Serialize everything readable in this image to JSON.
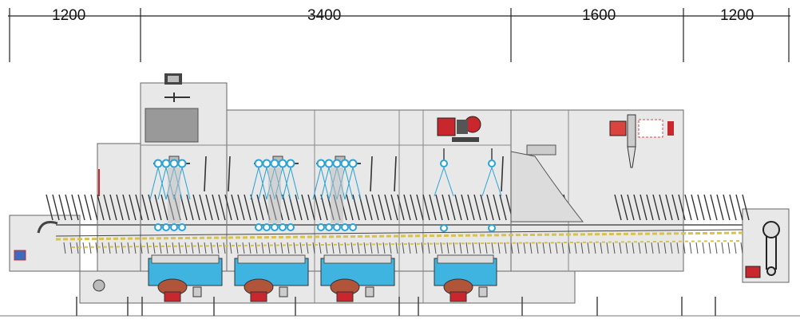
{
  "dimensions": {
    "segments": [
      {
        "label": "1200"
      },
      {
        "label": "3400"
      },
      {
        "label": "1600"
      },
      {
        "label": "1200"
      }
    ]
  },
  "colors": {
    "machine_body": "#e8e8e8",
    "outline": "#555555",
    "spray_blue": "#29a3d6",
    "tank_blue": "#3fb4e0",
    "motor_red": "#c8282d",
    "motor_copper": "#b0543a",
    "belt_yellow": "#d8c24a",
    "rack_dark": "#333333"
  },
  "icons": [
    "exhaust-fan-icon",
    "spray-arm-icon",
    "pump-motor-icon",
    "heater-icon",
    "drive-motor-icon"
  ]
}
